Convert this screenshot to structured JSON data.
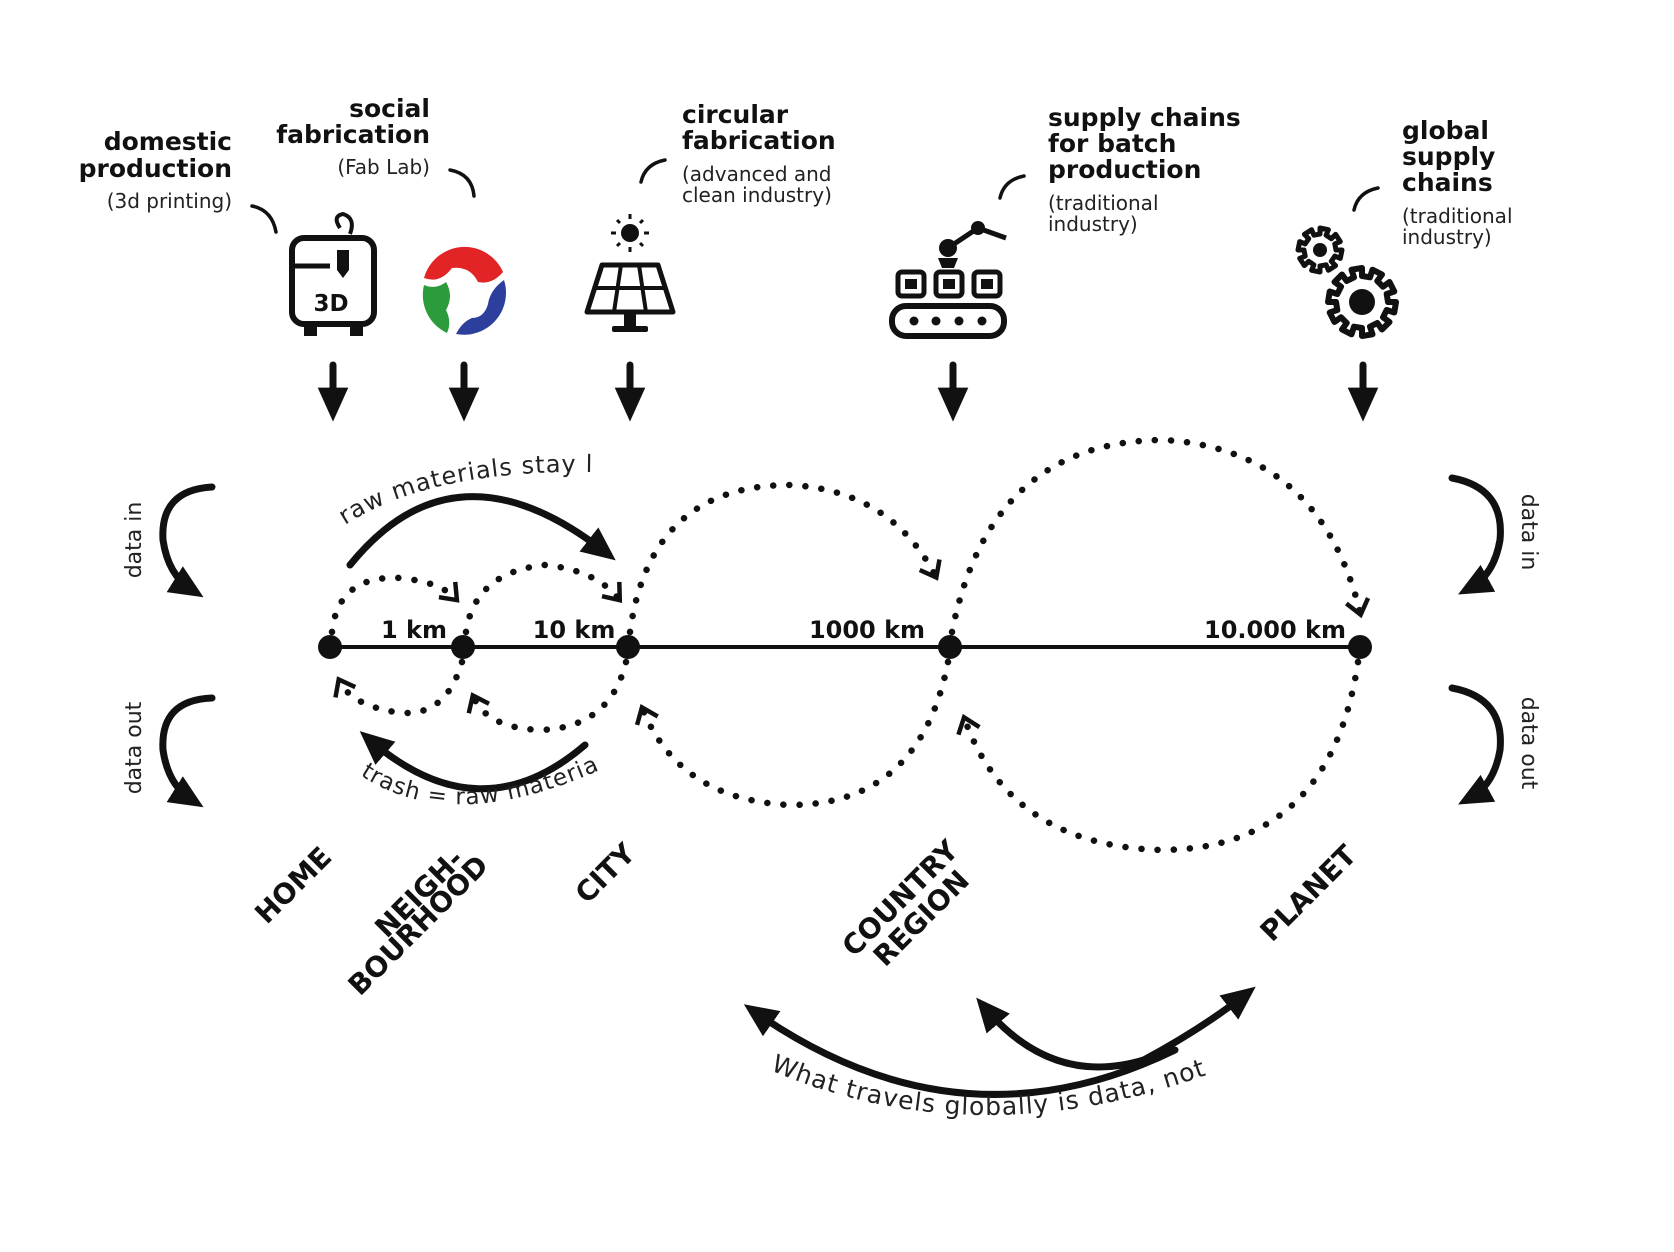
{
  "levels": {
    "domestic": {
      "title1": "domestic",
      "title2": "production",
      "note": "(3d printing)"
    },
    "social": {
      "title1": "social",
      "title2": "fabrication",
      "note": "(Fab Lab)"
    },
    "circular": {
      "title1": "circular",
      "title2": "fabrication",
      "note1": "(advanced and",
      "note2": "clean industry)"
    },
    "batch": {
      "title1": "supply chains",
      "title2": "for batch",
      "title3": "production",
      "note1": "(traditional",
      "note2": "industry)"
    },
    "global": {
      "title1": "global",
      "title2": "supply",
      "title3": "chains",
      "note1": "(traditional",
      "note2": "industry)"
    }
  },
  "printer_badge": "3D",
  "distances": [
    "1 km",
    "10 km",
    "1000 km",
    "10.000 km"
  ],
  "places": {
    "home": "HOME",
    "neigh1": "NEIGH-",
    "neigh2": "BOURHOOD",
    "city": "CITY",
    "country1": "COUNTRY",
    "country2": "REGION",
    "planet": "PLANET"
  },
  "flows": {
    "data_in": "data in",
    "data_out": "data out",
    "raw_local": "raw materials stay local",
    "trash": "trash = raw material",
    "global_data": "What travels globally is data, not products"
  },
  "fab_logo_colors": {
    "red": "#e32426",
    "green": "#2c9b3c",
    "blue": "#2d3f9c"
  }
}
